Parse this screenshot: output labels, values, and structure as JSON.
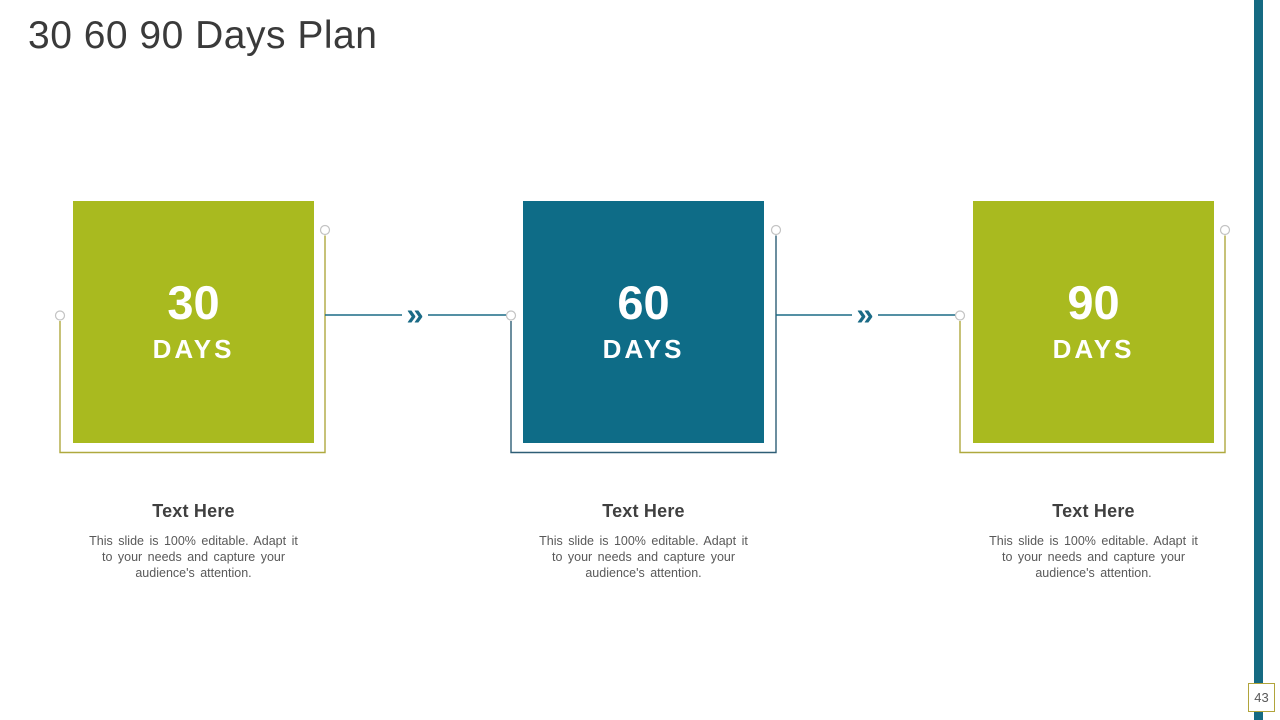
{
  "title": "30 60 90 Days Plan",
  "page_number": "43",
  "chevron_glyph": "»",
  "colors": {
    "green": "#a9ba1f",
    "teal": "#0e6c87",
    "olive_line": "#afa93e",
    "slate_line": "#2e5e76",
    "connector": "#1b6b86",
    "accent_bar": "#156a82",
    "page_border": "#b1a43b",
    "title_text": "#3a3a3a",
    "heading_text": "#404040",
    "body_text": "#595959"
  },
  "steps": [
    {
      "number": "30",
      "label": "DAYS",
      "heading": "Text Here",
      "body": "This slide is 100% editable. Adapt it to your needs and capture your audience's attention."
    },
    {
      "number": "60",
      "label": "DAYS",
      "heading": "Text Here",
      "body": "This slide is 100% editable. Adapt it to your needs and capture your audience's attention."
    },
    {
      "number": "90",
      "label": "DAYS",
      "heading": "Text Here",
      "body": "This slide is 100% editable. Adapt it to your needs and capture your audience's attention."
    }
  ]
}
